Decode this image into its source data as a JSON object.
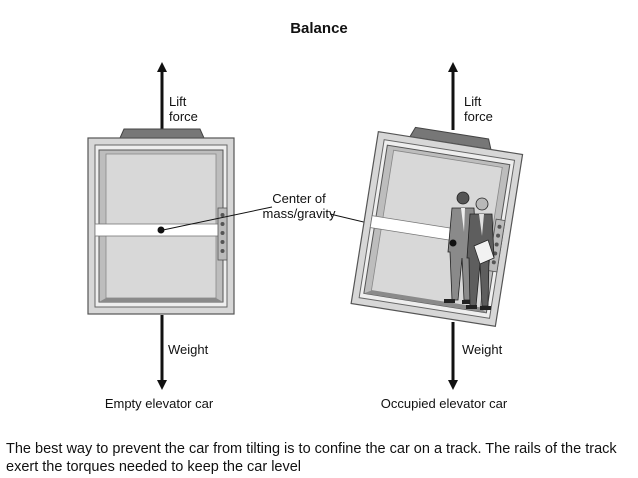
{
  "title": "Balance",
  "left_diagram": {
    "force_up_label_line1": "Lift",
    "force_up_label_line2": "force",
    "force_down_label": "Weight",
    "caption": "Empty elevator car"
  },
  "right_diagram": {
    "force_up_label_line1": "Lift",
    "force_up_label_line2": "force",
    "force_down_label": "Weight",
    "caption": "Occupied elevator car"
  },
  "center_label_line1": "Center of",
  "center_label_line2": "mass/gravity",
  "description": "The best way to prevent the car from tilting is to confine the car on a track. The rails of the track exert the torques needed to keep the car level"
}
